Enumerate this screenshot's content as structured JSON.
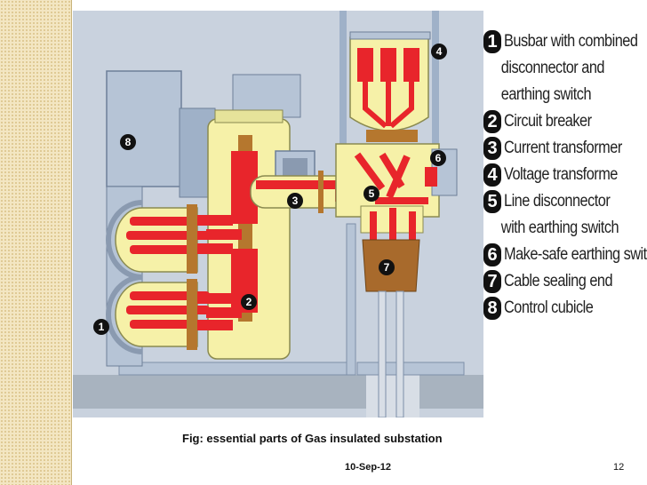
{
  "legend": [
    {
      "num": "1",
      "text": "Busbar with combined",
      "cont": [
        "disconnector and",
        "earthing switch"
      ]
    },
    {
      "num": "2",
      "text": "Circuit breaker",
      "cont": []
    },
    {
      "num": "3",
      "text": "Current transformer",
      "cont": []
    },
    {
      "num": "4",
      "text": "Voltage transforme",
      "cont": []
    },
    {
      "num": "5",
      "text": "Line disconnector",
      "cont": [
        "with earthing switch"
      ]
    },
    {
      "num": "6",
      "text": "Make-safe earthing switch",
      "cont": []
    },
    {
      "num": "7",
      "text": "Cable sealing end",
      "cont": []
    },
    {
      "num": "8",
      "text": "Control cubicle",
      "cont": []
    }
  ],
  "markers": {
    "m1": "1",
    "m2": "2",
    "m3": "3",
    "m4": "4",
    "m5": "5",
    "m6": "6",
    "m7": "7",
    "m8": "8"
  },
  "caption": "Fig:  essential parts of Gas insulated substation",
  "footer": {
    "date": "10-Sep-12",
    "page": "12"
  },
  "colors": {
    "background": "#c9d2de",
    "housing": "#f6f1a8",
    "conductor": "#e8252b",
    "frame": "#9fb1c8",
    "cable_end": "#a86a2c"
  }
}
